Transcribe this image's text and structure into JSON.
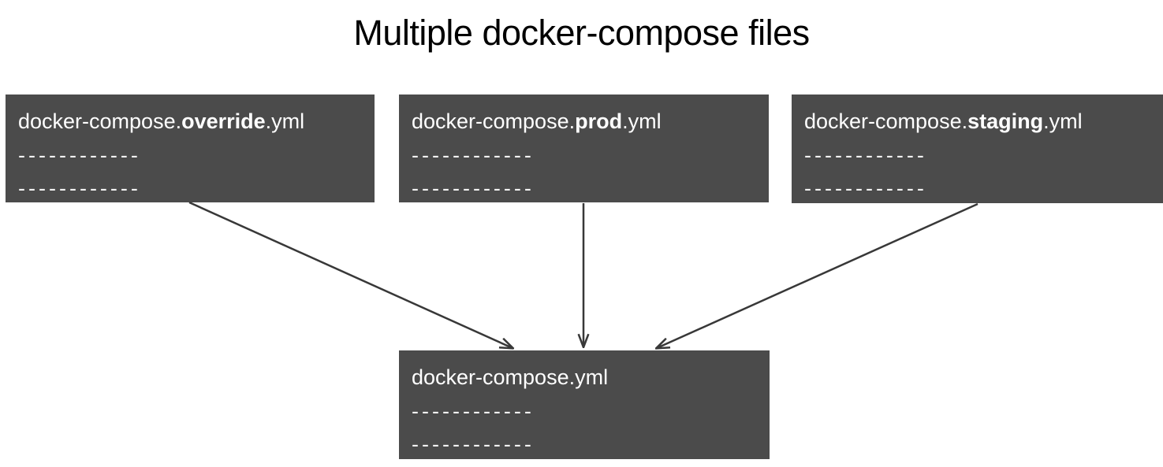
{
  "title": "Multiple docker-compose files",
  "colors": {
    "background": "#ffffff",
    "title_text": "#000000",
    "box_fill": "#4b4b4b",
    "box_text": "#ffffff",
    "arrow": "#383838"
  },
  "boxes": [
    {
      "id": "override",
      "prefix": "docker-compose.",
      "emphasis": "override",
      "suffix": ".yml",
      "dash_line_1": "------------",
      "dash_line_2": "------------"
    },
    {
      "id": "prod",
      "prefix": "docker-compose.",
      "emphasis": "prod",
      "suffix": ".yml",
      "dash_line_1": "------------",
      "dash_line_2": "------------"
    },
    {
      "id": "staging",
      "prefix": "docker-compose.",
      "emphasis": "staging",
      "suffix": ".yml",
      "dash_line_1": "------------",
      "dash_line_2": "------------"
    },
    {
      "id": "base",
      "prefix": "docker-compose.yml",
      "emphasis": "",
      "suffix": "",
      "dash_line_1": "------------",
      "dash_line_2": "------------"
    }
  ],
  "arrows": [
    {
      "from": "docker-compose.override.yml",
      "to": "docker-compose.yml"
    },
    {
      "from": "docker-compose.prod.yml",
      "to": "docker-compose.yml"
    },
    {
      "from": "docker-compose.staging.yml",
      "to": "docker-compose.yml"
    }
  ]
}
